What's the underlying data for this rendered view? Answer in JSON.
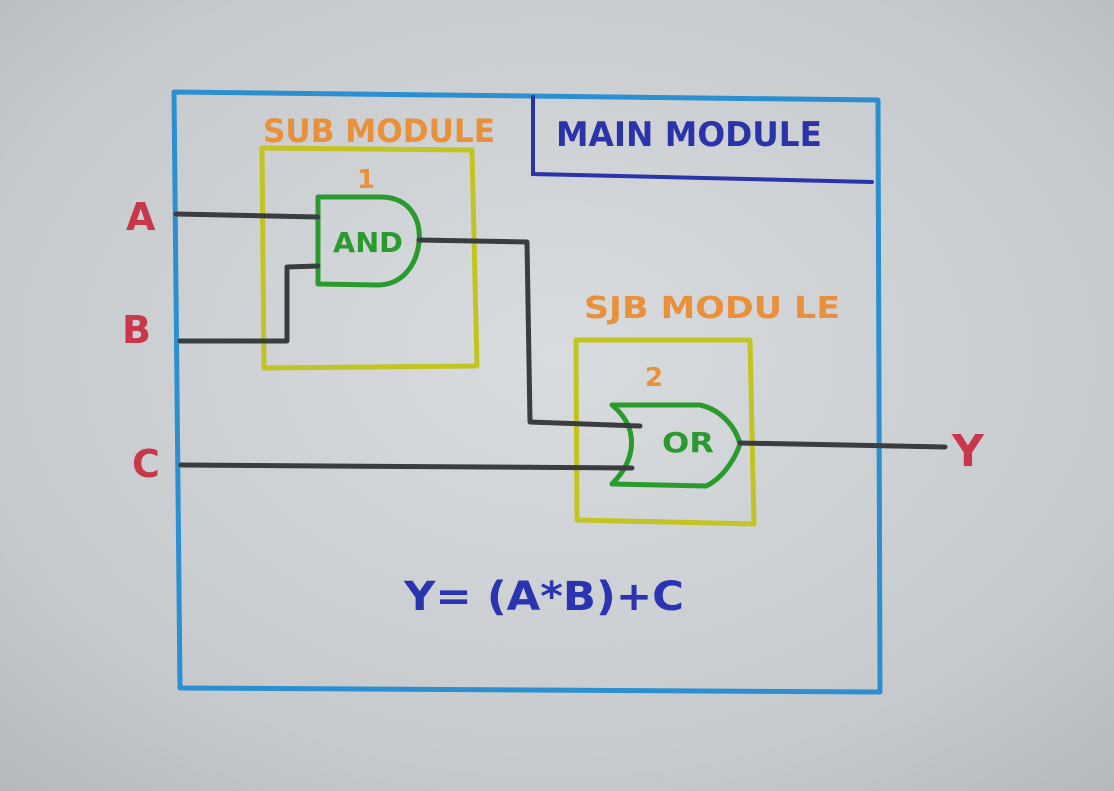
{
  "title": "MAIN MODULE",
  "submodules": [
    {
      "label": "SUB MODULE",
      "number": "1",
      "gate": "AND"
    },
    {
      "label": "SJB MODU LE",
      "number": "2",
      "gate": "OR"
    }
  ],
  "inputs": [
    "A",
    "B",
    "C"
  ],
  "output": "Y",
  "equation": "Y= (A*B)+C",
  "colors": {
    "paper": "#c8ccd0",
    "main_module_border": "#2b8fd0",
    "main_module_text": "#2a34a8",
    "submodule_border": "#c2c422",
    "submodule_label": "#e8913a",
    "gate": "#2a9a2e",
    "wire": "#3a3d40",
    "io_label": "#c9374a",
    "equation": "#2a34b0"
  }
}
